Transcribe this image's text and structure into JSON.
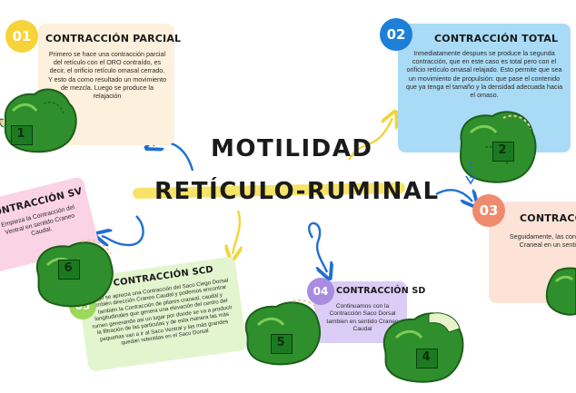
{
  "main_title": {
    "line1": "MOTILIDAD",
    "line2": "RETÍCULO-RUMINAL"
  },
  "colors": {
    "yellow": "#f7d33a",
    "blue": "#1e7fd6",
    "salmon": "#f08a6d",
    "purple": "#a98ce0",
    "lime": "#9bd85b",
    "pink": "#f4a7c9",
    "stomach_green": "#2f8f2c",
    "arrow_blue": "#1f6fd1",
    "arrow_yellow": "#f2d43b"
  },
  "cards": [
    {
      "id": "01",
      "title": "CONTRACCIÓN PARCIAL",
      "text": "Primero se hace una contracción parcial del retículo con el ORO contraído, es decir, el orificio retículo omasal cerrado. Y esto da como resultado un movimiento de mezcla. Luego se produce la relajación",
      "stomach_label": "1"
    },
    {
      "id": "02",
      "title": "CONTRACCIÓN TOTAL",
      "text": "Inmediatamente despues se produce la segunda contracción, que en este caso es total pero con el orificio retículo omasal relajado. Esto permite que sea un movimiento de propulsión: que pase el contenido que ya tenga el tamaño y la densidad adecuada hacia el omaso.",
      "stomach_label": "2"
    },
    {
      "id": "03",
      "title": "CONTRACC",
      "text": "Seguidamente, las con Craneal en un senti"
    },
    {
      "id": "04",
      "title": "CONTRACCIÓN SD",
      "text": "Continuamos con la Contracción Saco Dorsal tambien en sentido Craneo Caudal",
      "stomach_label": "4"
    },
    {
      "id": "05",
      "title": "CONTRACCIÓN SCD",
      "text": "Luego se aprecia una Contracción del Saco Ciego Dorsal también dirección Craneo Caudal y podemos encontrar también la Contracción de pilares craneal, caudal y longitudinales que genera una elevación del centro del rumen generando asi un lugar por donde se va a producir la filtración de las particulas y de esta manera las más pequeñas van a ir al Saco Ventral y las más grandes quedan retenidas en el Saco Dorsal",
      "stomach_label": "5"
    },
    {
      "id": "06",
      "title": "CONTRACCIÓN SV",
      "text": "Empieza la Contracción del Ventral en sentido Craneo Caudal.",
      "stomach_label": "6"
    }
  ]
}
